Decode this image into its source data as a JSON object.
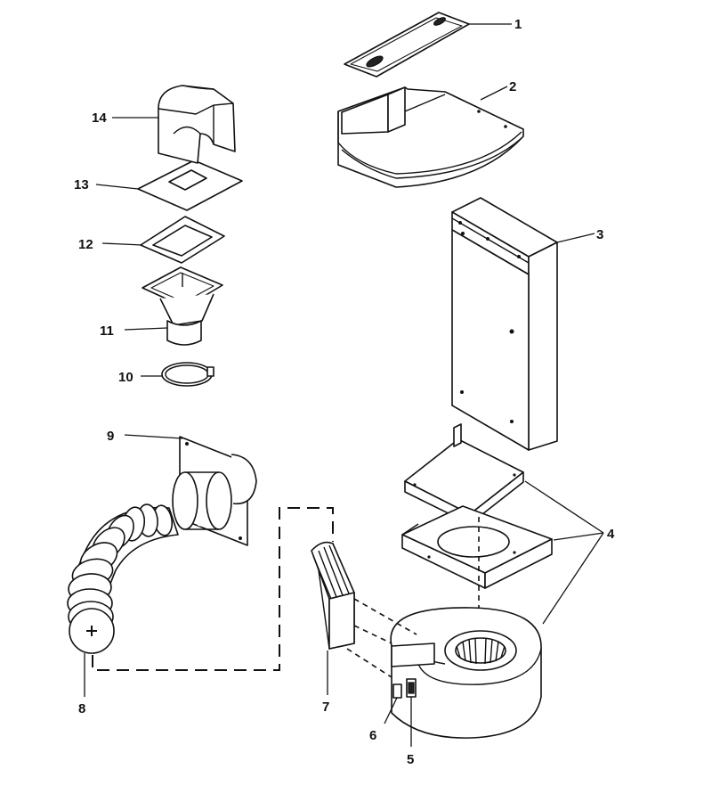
{
  "diagram": {
    "type": "exploded-parts-diagram",
    "colors": {
      "line": "#111111",
      "background": "#ffffff"
    },
    "callouts": [
      {
        "id": "1",
        "label": "1"
      },
      {
        "id": "2",
        "label": "2"
      },
      {
        "id": "3",
        "label": "3"
      },
      {
        "id": "4",
        "label": "4"
      },
      {
        "id": "5",
        "label": "5"
      },
      {
        "id": "6",
        "label": "6"
      },
      {
        "id": "7",
        "label": "7"
      },
      {
        "id": "8",
        "label": "8"
      },
      {
        "id": "9",
        "label": "9"
      },
      {
        "id": "10",
        "label": "10"
      },
      {
        "id": "11",
        "label": "11"
      },
      {
        "id": "12",
        "label": "12"
      },
      {
        "id": "13",
        "label": "13"
      },
      {
        "id": "14",
        "label": "14"
      }
    ]
  }
}
